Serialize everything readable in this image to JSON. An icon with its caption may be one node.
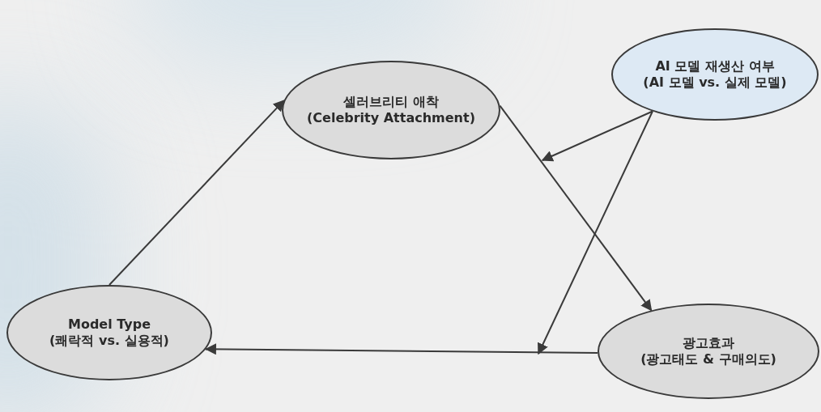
{
  "diagram": {
    "nodes": [
      {
        "text": [
          "셀러브리티 애착 (Celebrity Attachment)"
        ]
      },
      {
        "text": [
          "AI 모델 재생산 여부 (AI 모델 vs. 실제 모델)"
        ]
      },
      {
        "text": [
          "Model Type (쾌락적 vs. 실용적)"
        ]
      },
      {
        "text": [
          "광고효과 (광고태도 & 구매의도)"
        ]
      }
    ],
    "edges": [
      {
        "from": 2,
        "to": 0,
        "arrow": "to"
      },
      {
        "from": 0,
        "to": 3,
        "arrow": "to"
      },
      {
        "from": 3,
        "to": 2,
        "arrow": "to"
      },
      {
        "from": 1,
        "to": null,
        "arrow": "to"
      },
      {
        "from": 1,
        "to": null,
        "arrow": "to"
      }
    ]
  }
}
